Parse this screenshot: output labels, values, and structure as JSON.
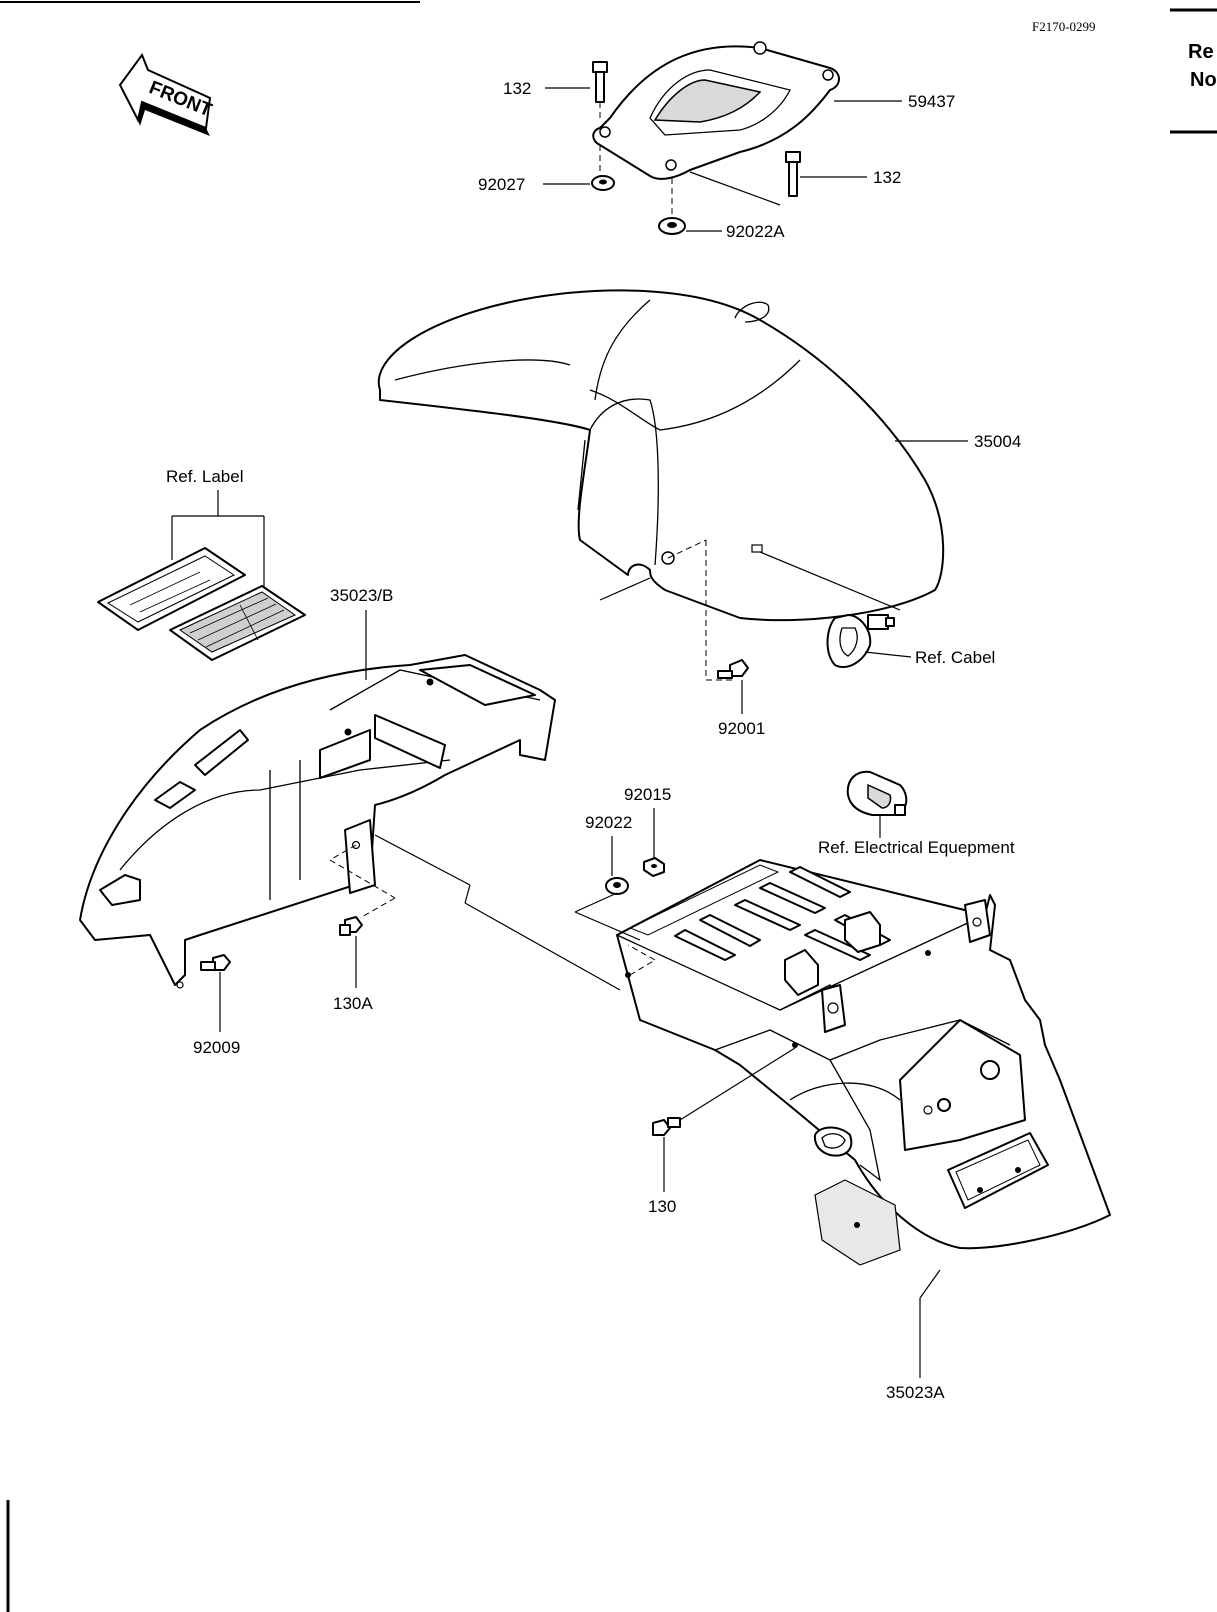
{
  "header": {
    "code": "F2170-0299",
    "side_note_line1": "Re",
    "side_note_line2": "No"
  },
  "front_arrow": {
    "label": "FRONT"
  },
  "labels": {
    "p132_top": "132",
    "p59437": "59437",
    "p92027": "92027",
    "p132_right": "132",
    "p92022A": "92022A",
    "p35004": "35004",
    "ref_label": "Ref. Label",
    "p35023B": "35023/B",
    "ref_cabel": "Ref. Cabel",
    "p92001": "92001",
    "p92015": "92015",
    "p92022": "92022",
    "ref_electrical": "Ref. Electrical Equepment",
    "p130A": "130A",
    "p92009": "92009",
    "p130": "130",
    "p35023A": "35023A"
  }
}
